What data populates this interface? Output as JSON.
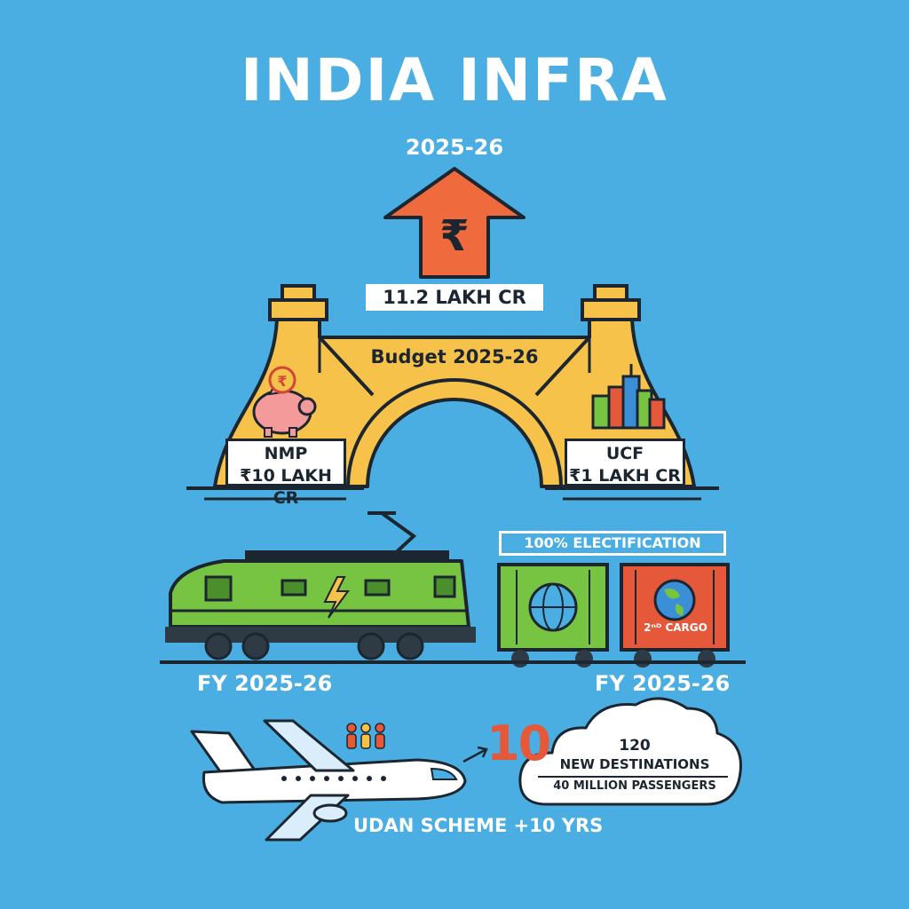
{
  "title": "INDIA INFRA",
  "top_year": "2025-26",
  "capex": {
    "symbol": "₹",
    "label": "11.2 LAKH CR"
  },
  "bridge": {
    "banner": "Budget 2025-26",
    "left_icon_symbol": "₹",
    "left_label_line1": "NMP",
    "left_label_line2": "₹10 LAKH CR",
    "right_label_line1": "UCF",
    "right_label_line2": "₹1 LAKH CR"
  },
  "rail": {
    "electrification_label": "100% ELECTIFICATION",
    "cargo_label": "2ⁿᴰ CARGO",
    "left_year": "FY 2025-26",
    "right_year": "FY 2025-26"
  },
  "aviation": {
    "big_number": "10",
    "cloud_count": "120",
    "cloud_line1": "NEW DESTINATIONS",
    "cloud_line2": "40 MILLION PASSENGERS",
    "scheme_label": "UDAN SCHEME +10 YRS"
  },
  "colors": {
    "background": "#4aaee2",
    "arrow": "#ef6a3c",
    "bridge": "#f7c24a",
    "train": "#76c442",
    "container_red": "#e5583a",
    "outline": "#1c2630"
  }
}
